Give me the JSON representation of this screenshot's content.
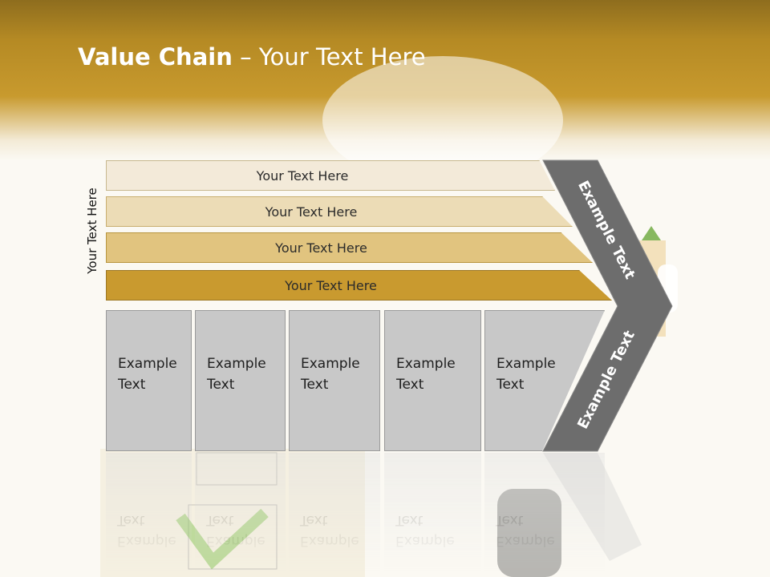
{
  "title": {
    "bold": "Value Chain",
    "rest": " – Your Text Here"
  },
  "side_label": "Your Text Here",
  "bands": [
    {
      "label": "Your Text Here"
    },
    {
      "label": "Your Text Here"
    },
    {
      "label": "Your Text Here"
    },
    {
      "label": "Your Text Here"
    }
  ],
  "boxes": [
    {
      "line1": "Example",
      "line2": "Text"
    },
    {
      "line1": "Example",
      "line2": "Text"
    },
    {
      "line1": "Example",
      "line2": "Text"
    },
    {
      "line1": "Example",
      "line2": "Text"
    },
    {
      "line1": "Example",
      "line2": "Text"
    }
  ],
  "chevron": {
    "upper_label": "Example Text",
    "lower_label": "Example Text"
  },
  "colors": {
    "header": "#c89a2e",
    "chevron": "#6d6d6d",
    "box": "#c8c8c8"
  }
}
